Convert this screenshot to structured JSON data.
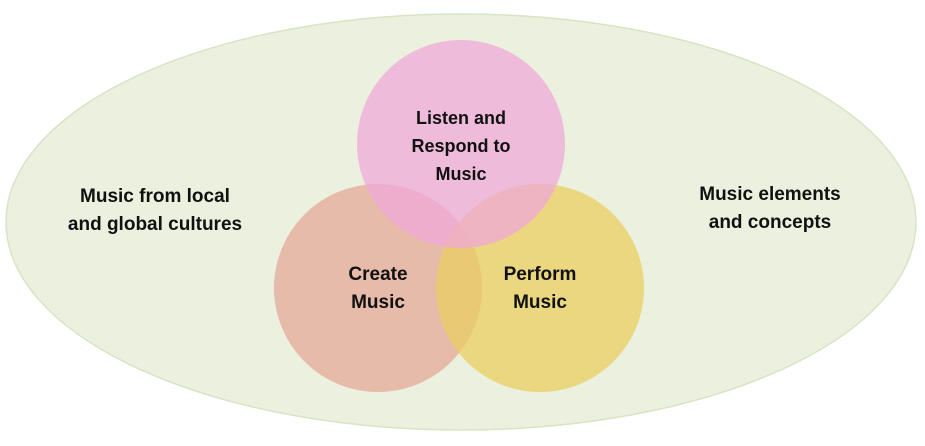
{
  "diagram": {
    "outer": {
      "left_lines": [
        "Music from local",
        "and global cultures"
      ],
      "right_lines": [
        "Music elements",
        "and concepts"
      ]
    },
    "circles": {
      "listen": {
        "lines": [
          "Listen and",
          "Respond to",
          "Music"
        ]
      },
      "create": {
        "lines": [
          "Create",
          "Music"
        ]
      },
      "perform": {
        "lines": [
          "Perform",
          "Music"
        ]
      }
    },
    "colors": {
      "outer_fill": "#EBF1DE",
      "outer_stroke": "#D9E3C5",
      "listen_fill": "#F0A8D8",
      "create_fill": "#E6A898",
      "perform_fill": "#EACE60"
    }
  }
}
